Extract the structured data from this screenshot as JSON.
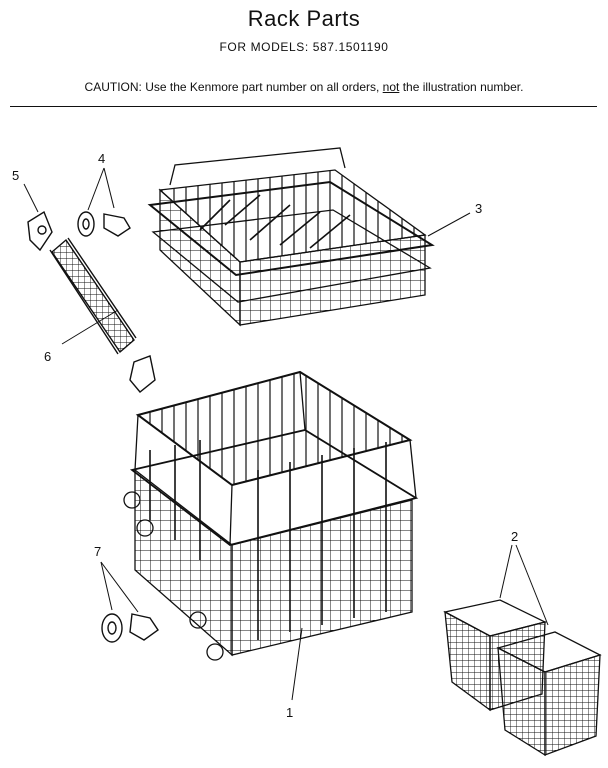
{
  "header": {
    "title": "Rack Parts",
    "models_line": "FOR MODELS:  587.1501190",
    "caution_prefix": "CAUTION:  Use the Kenmore part number on all orders, ",
    "caution_emph": "not",
    "caution_suffix": " the illustration number."
  },
  "callouts": [
    "1",
    "2",
    "3",
    "4",
    "5",
    "6",
    "7"
  ]
}
